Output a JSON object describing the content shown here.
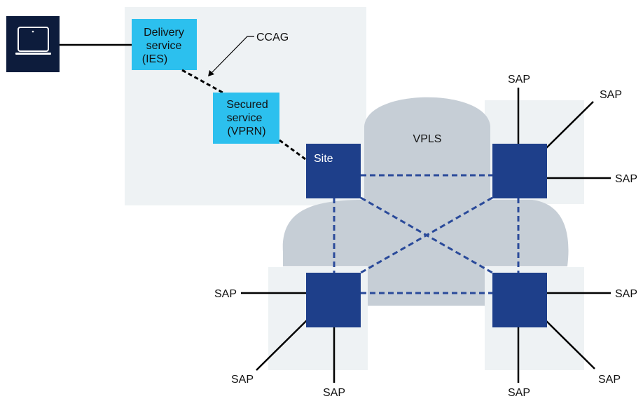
{
  "colors": {
    "zone_bg": "#eef2f4",
    "cloud": "#c6ced6",
    "node": "#1e3f8a",
    "service_box": "#2cc0ee",
    "laptop_bg": "#0d1c3c",
    "dashed_link": "#2a4a9a",
    "line": "#000000"
  },
  "delivery_service": {
    "lines": [
      "Delivery",
      "service",
      "(IES)"
    ]
  },
  "secured_service": {
    "lines": [
      "Secured",
      "service",
      "(VPRN)"
    ]
  },
  "ccag_label": "CCAG",
  "vpls_label": "VPLS",
  "site_label": "Site",
  "sap_label": "SAP",
  "icons": {
    "endpoint": "laptop-icon"
  }
}
